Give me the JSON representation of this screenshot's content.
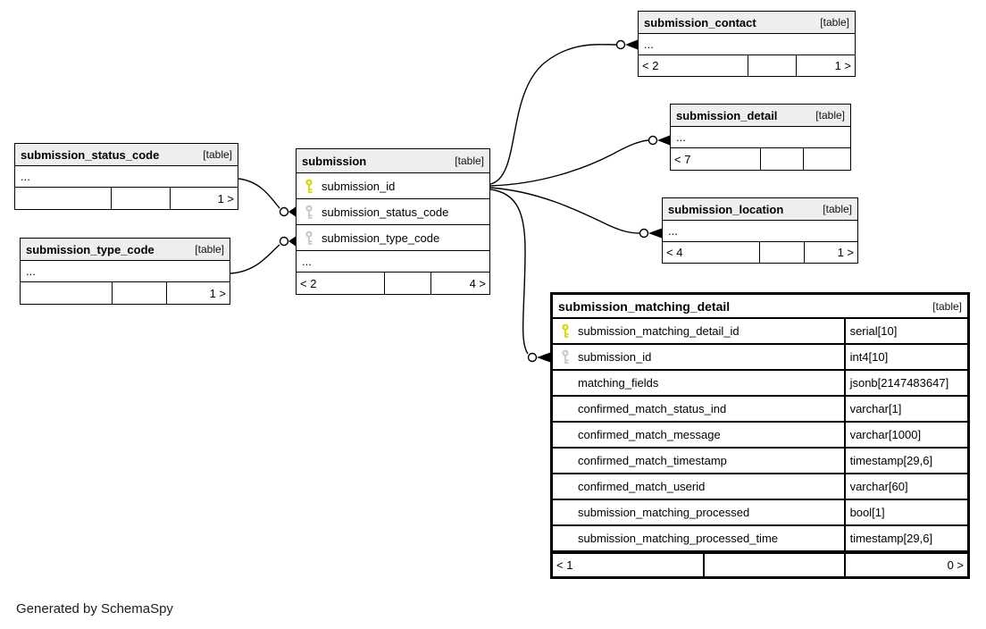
{
  "note": "Generated by SchemaSpy",
  "tables": {
    "submission_status_code": {
      "title": "submission_status_code",
      "tag": "[table]",
      "ellipsis": "...",
      "footer": {
        "left": "",
        "mid": "",
        "right": "1 >"
      }
    },
    "submission_type_code": {
      "title": "submission_type_code",
      "tag": "[table]",
      "ellipsis": "...",
      "footer": {
        "left": "",
        "mid": "",
        "right": "1 >"
      }
    },
    "submission": {
      "title": "submission",
      "tag": "[table]",
      "ellipsis": "...",
      "columns": [
        {
          "name": "submission_id",
          "key": "pk"
        },
        {
          "name": "submission_status_code",
          "key": "fk"
        },
        {
          "name": "submission_type_code",
          "key": "fk"
        }
      ],
      "footer": {
        "left": "< 2",
        "mid": "",
        "right": "4 >"
      }
    },
    "submission_contact": {
      "title": "submission_contact",
      "tag": "[table]",
      "ellipsis": "...",
      "footer": {
        "left": "< 2",
        "mid": "",
        "right": "1 >"
      }
    },
    "submission_detail": {
      "title": "submission_detail",
      "tag": "[table]",
      "ellipsis": "...",
      "footer": {
        "left": "< 7",
        "mid": "",
        "right": ""
      }
    },
    "submission_location": {
      "title": "submission_location",
      "tag": "[table]",
      "ellipsis": "...",
      "footer": {
        "left": "< 4",
        "mid": "",
        "right": "1 >"
      }
    },
    "submission_matching_detail": {
      "title": "submission_matching_detail",
      "tag": "[table]",
      "columns": [
        {
          "name": "submission_matching_detail_id",
          "type": "serial[10]",
          "key": "pk"
        },
        {
          "name": "submission_id",
          "type": "int4[10]",
          "key": "fk"
        },
        {
          "name": "matching_fields",
          "type": "jsonb[2147483647]",
          "key": ""
        },
        {
          "name": "confirmed_match_status_ind",
          "type": "varchar[1]",
          "key": ""
        },
        {
          "name": "confirmed_match_message",
          "type": "varchar[1000]",
          "key": ""
        },
        {
          "name": "confirmed_match_timestamp",
          "type": "timestamp[29,6]",
          "key": ""
        },
        {
          "name": "confirmed_match_userid",
          "type": "varchar[60]",
          "key": ""
        },
        {
          "name": "submission_matching_processed",
          "type": "bool[1]",
          "key": ""
        },
        {
          "name": "submission_matching_processed_time",
          "type": "timestamp[29,6]",
          "key": ""
        }
      ],
      "footer": {
        "left": "< 1",
        "mid": "",
        "right": "0 >"
      }
    }
  },
  "colors": {
    "pk_key": "#d5d900",
    "fk_key": "#c8c8c8",
    "header_bg": "#eeeeee",
    "border": "#000000"
  }
}
